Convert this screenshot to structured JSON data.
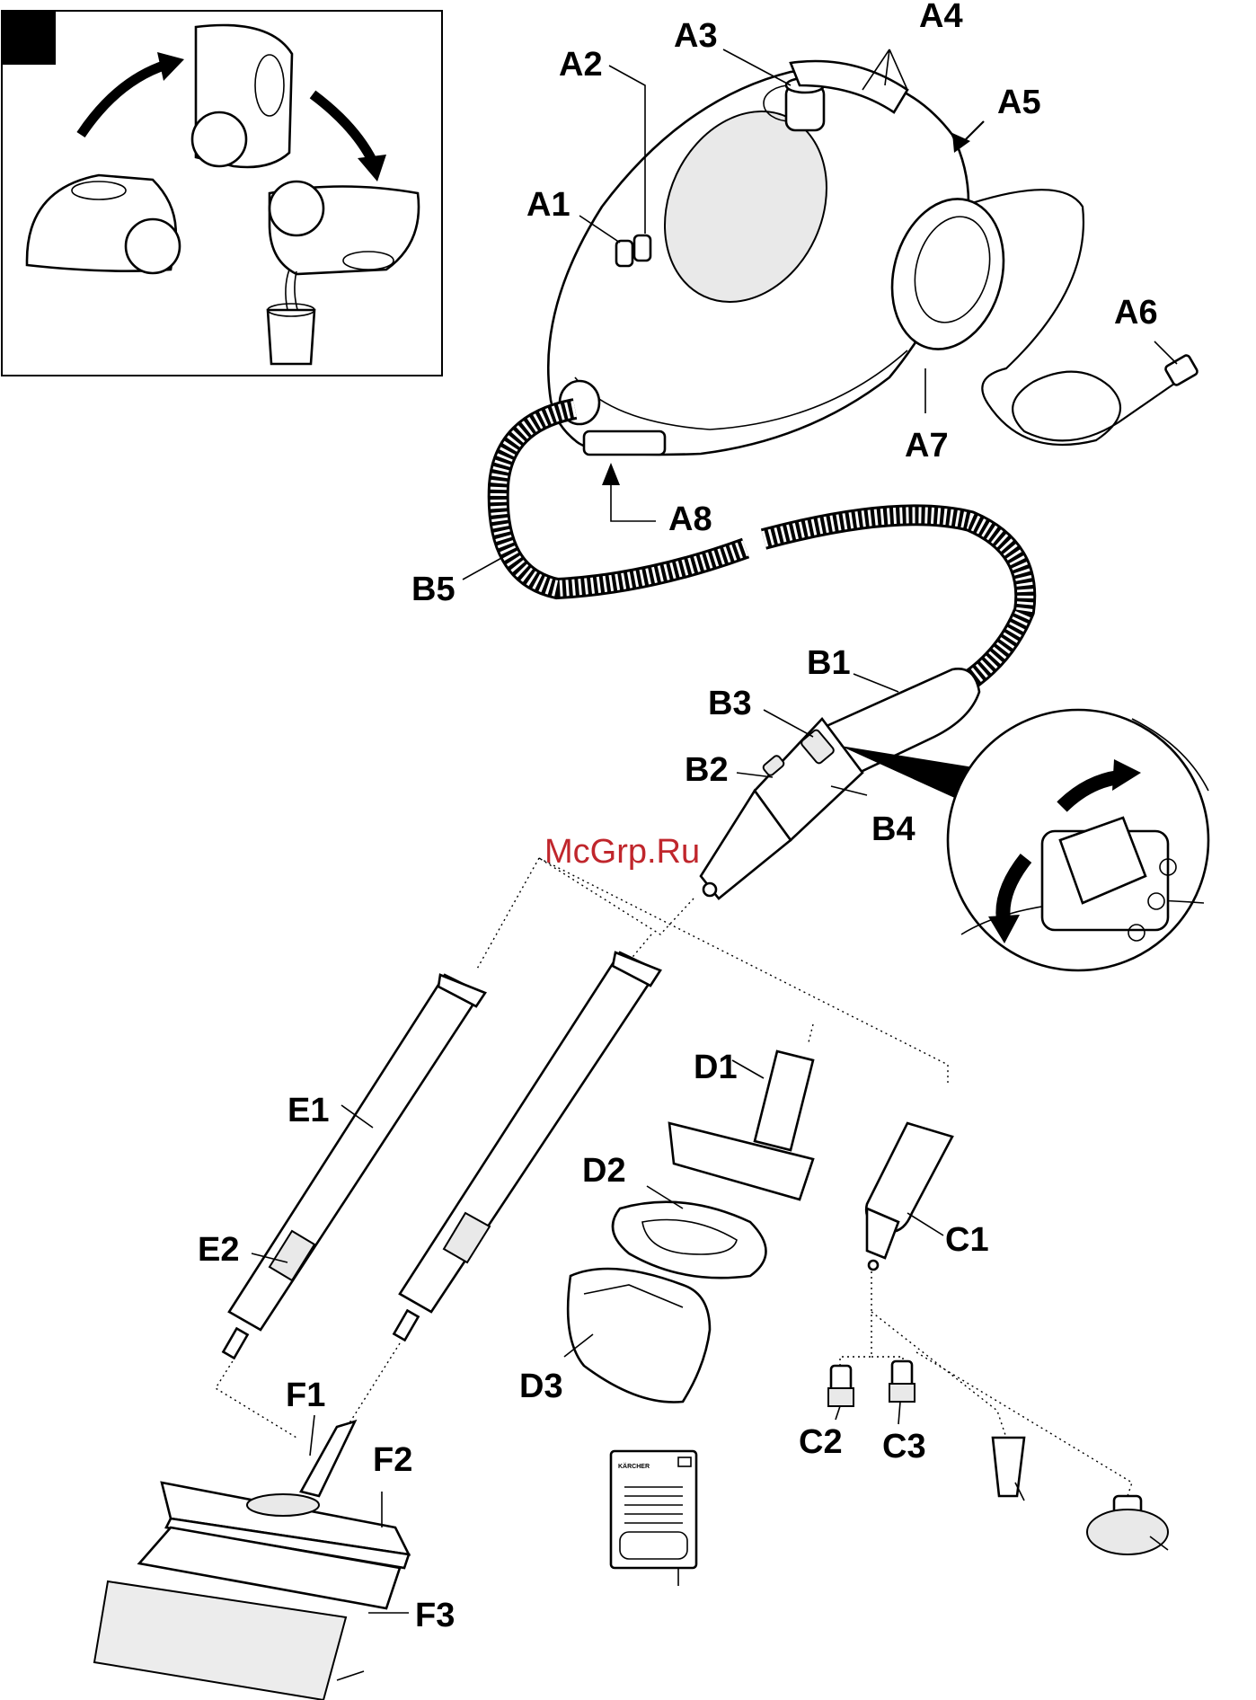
{
  "watermark": "McGrp.Ru",
  "inset_badge": "",
  "labels": {
    "A1": "A1",
    "A2": "A2",
    "A3": "A3",
    "A4": "A4",
    "A5": "A5",
    "A6": "A6",
    "A7": "A7",
    "A8": "A8",
    "B1": "B1",
    "B2": "B2",
    "B3": "B3",
    "B4": "B4",
    "B5": "B5",
    "C1": "C1",
    "C2": "C2",
    "C3": "C3",
    "D1": "D1",
    "D2": "D2",
    "D3": "D3",
    "E1": "E1",
    "E2": "E2",
    "F1": "F1",
    "F2": "F2",
    "F3": "F3"
  },
  "manual_brand": "KÄRCHER"
}
